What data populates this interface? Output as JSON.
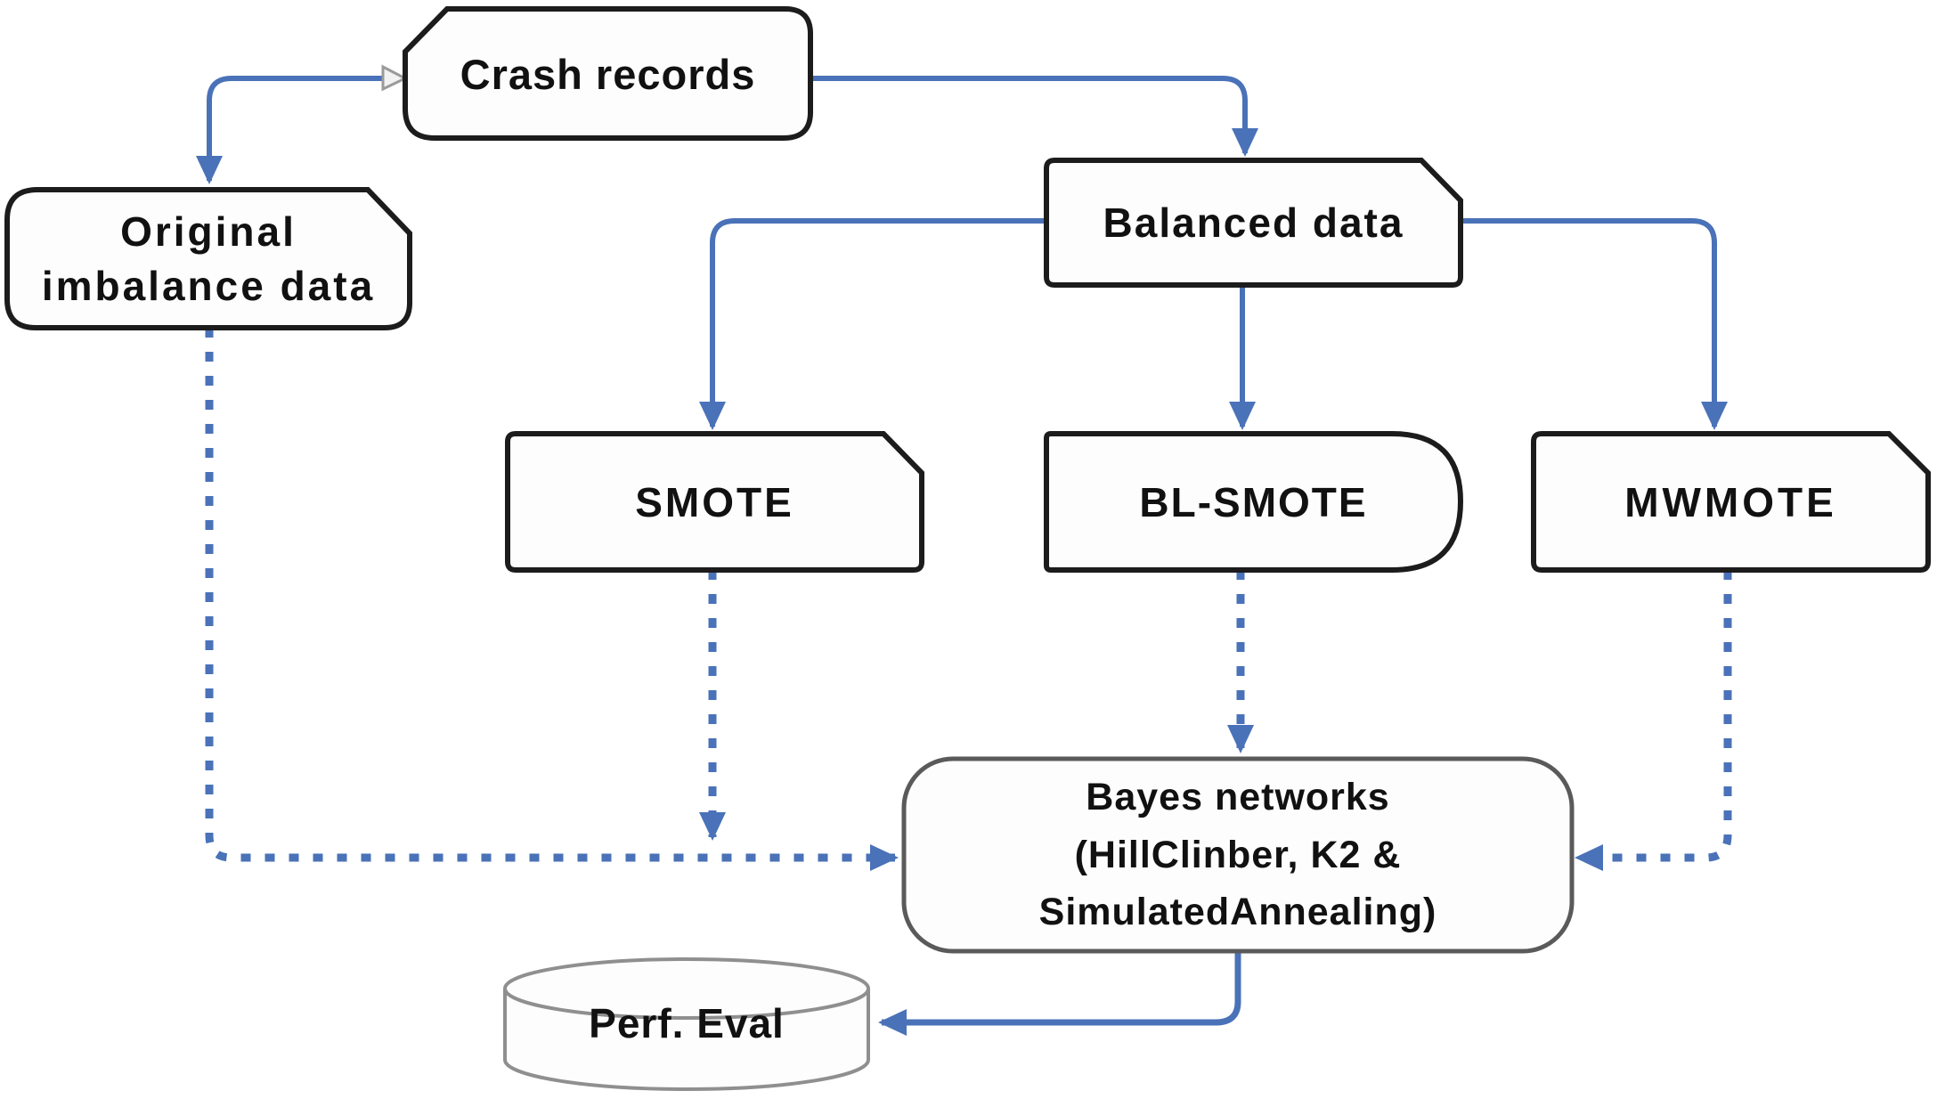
{
  "diagram": {
    "type": "flowchart",
    "colors": {
      "arrow_blue": "#4a72b8",
      "box_border": "#1c1c1c",
      "bayes_border": "#5a5a5a",
      "cylinder_border": "#8f8f8f",
      "box_fill": "#fdfdfd",
      "start_tick_fill": "#f2f2f2",
      "start_tick_stroke": "#9a9a9a"
    },
    "nodes": {
      "crash": {
        "label": "Crash records"
      },
      "original": {
        "line1": "Original",
        "line2": "imbalance data"
      },
      "balanced": {
        "label": "Balanced data"
      },
      "smote": {
        "label": "SMOTE"
      },
      "blsmote": {
        "label": "BL-SMOTE"
      },
      "mwmote": {
        "label": "MWMOTE"
      },
      "bayes": {
        "line1": "Bayes networks",
        "line2": "(HillClinber, K2 &",
        "line3": "SimulatedAnnealing)"
      },
      "perf": {
        "label": "Perf. Eval"
      }
    },
    "edges": [
      {
        "from": "crash-records",
        "to": "original-imbalance-data",
        "style": "solid"
      },
      {
        "from": "crash-records",
        "to": "balanced-data",
        "style": "solid"
      },
      {
        "from": "balanced-data",
        "to": "smote",
        "style": "solid"
      },
      {
        "from": "balanced-data",
        "to": "bl-smote",
        "style": "solid"
      },
      {
        "from": "balanced-data",
        "to": "mwmote",
        "style": "solid"
      },
      {
        "from": "original-imbalance-data",
        "to": "bayes-networks",
        "style": "dashed"
      },
      {
        "from": "smote",
        "to": "bayes-networks",
        "style": "dashed"
      },
      {
        "from": "bl-smote",
        "to": "bayes-networks",
        "style": "dashed"
      },
      {
        "from": "mwmote",
        "to": "bayes-networks",
        "style": "dashed"
      },
      {
        "from": "bayes-networks",
        "to": "perf-eval",
        "style": "solid"
      }
    ]
  }
}
